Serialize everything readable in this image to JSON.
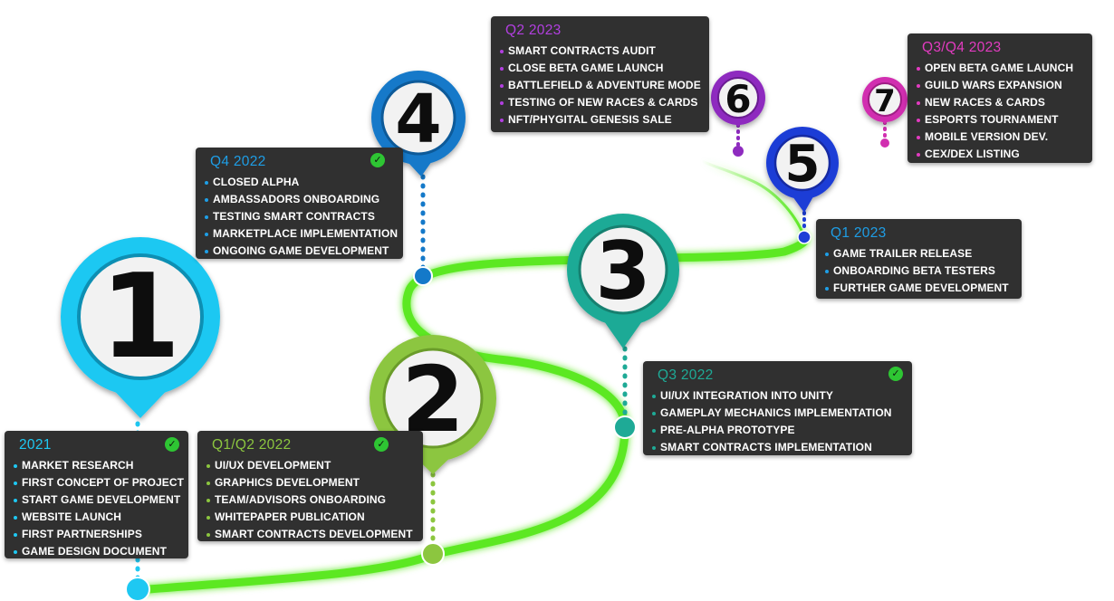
{
  "colors": {
    "cyan": "#1ec8f2",
    "lime": "#8cc63f",
    "teal": "#1eaa96",
    "blue": "#1479c9",
    "royal": "#1e3ed6",
    "purple": "#8e2bbf",
    "magenta": "#d12fb0",
    "road": "#5ce824",
    "check": "#2ec533"
  },
  "milestones": [
    {
      "number": "1",
      "title": "2021",
      "completed": true,
      "items": [
        "MARKET RESEARCH",
        "FIRST CONCEPT OF PROJECT",
        "START GAME DEVELOPMENT",
        "WEBSITE LAUNCH",
        "FIRST PARTNERSHIPS",
        "GAME DESIGN DOCUMENT"
      ]
    },
    {
      "number": "2",
      "title": "Q1/Q2 2022",
      "completed": true,
      "items": [
        "UI/UX DEVELOPMENT",
        "GRAPHICS DEVELOPMENT",
        "TEAM/ADVISORS ONBOARDING",
        "WHITEPAPER PUBLICATION",
        "SMART CONTRACTS DEVELOPMENT"
      ]
    },
    {
      "number": "3",
      "title": "Q3 2022",
      "completed": true,
      "items": [
        "UI/UX INTEGRATION INTO UNITY",
        "GAMEPLAY MECHANICS IMPLEMENTATION",
        "PRE-ALPHA PROTOTYPE",
        "SMART CONTRACTS IMPLEMENTATION"
      ]
    },
    {
      "number": "4",
      "title": "Q4 2022",
      "completed": true,
      "items": [
        "CLOSED ALPHA",
        "AMBASSADORS ONBOARDING",
        "TESTING SMART CONTRACTS",
        "MARKETPLACE IMPLEMENTATION",
        "ONGOING GAME DEVELOPMENT"
      ]
    },
    {
      "number": "5",
      "title": "Q1 2023",
      "completed": false,
      "items": [
        "GAME TRAILER RELEASE",
        "ONBOARDING BETA TESTERS",
        "FURTHER GAME DEVELOPMENT"
      ]
    },
    {
      "number": "6",
      "title": "Q2 2023",
      "completed": false,
      "items": [
        "SMART CONTRACTS AUDIT",
        "CLOSE BETA GAME LAUNCH",
        "BATTLEFIELD & ADVENTURE MODE",
        "TESTING OF NEW RACES & CARDS",
        "NFT/PHYGITAL GENESIS SALE"
      ]
    },
    {
      "number": "7",
      "title": "Q3/Q4 2023",
      "completed": false,
      "items": [
        "OPEN BETA GAME LAUNCH",
        "GUILD WARS EXPANSION",
        "NEW RACES & CARDS",
        "ESPORTS TOURNAMENT",
        "MOBILE VERSION DEV.",
        "CEX/DEX LISTING"
      ]
    }
  ]
}
